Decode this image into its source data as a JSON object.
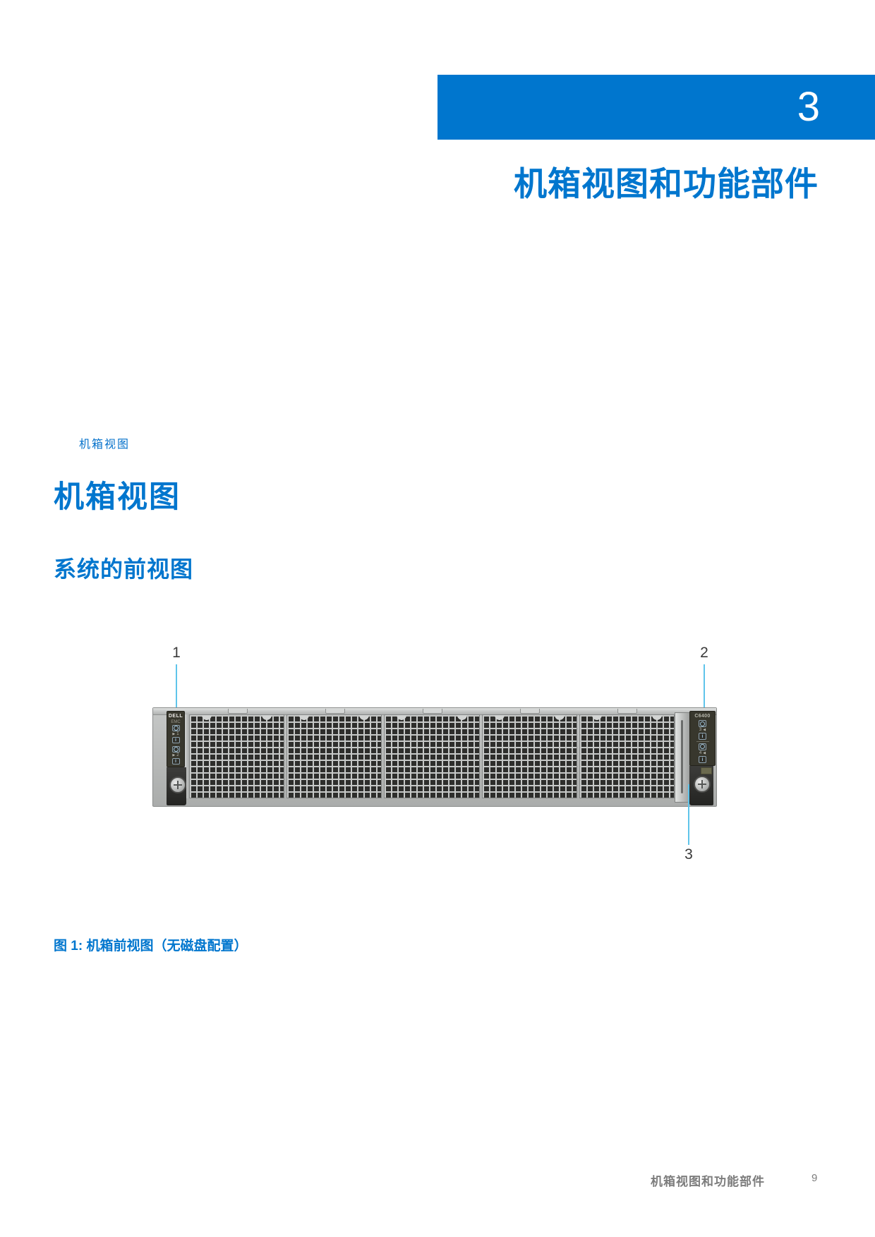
{
  "colors": {
    "accent": "#0076CE",
    "link": "#0672CB",
    "callout_line": "#5FC4EA",
    "footer_text": "#7D7D7D"
  },
  "header": {
    "chapter_number": "3",
    "chapter_title": "机箱视图和功能部件"
  },
  "toc": {
    "link_label": "机箱视图"
  },
  "content": {
    "section_title": "机箱视图",
    "subsection_title": "系统的前视图",
    "figure_caption": "图 1: 机箱前视图（无磁盘配置）"
  },
  "figure": {
    "callouts": [
      "1",
      "2",
      "3"
    ],
    "chassis": {
      "brand_line1": "DELL",
      "brand_line2": "EMC",
      "model": "C6400",
      "left_ear_labels": [
        "1",
        "2"
      ],
      "right_ear_labels": [
        "3",
        "4"
      ]
    },
    "glyphs": {
      "arrow_right": "▶",
      "arrow_left": "◀",
      "id_button": "i"
    }
  },
  "footer": {
    "section_title": "机箱视图和功能部件",
    "page_number": "9"
  }
}
